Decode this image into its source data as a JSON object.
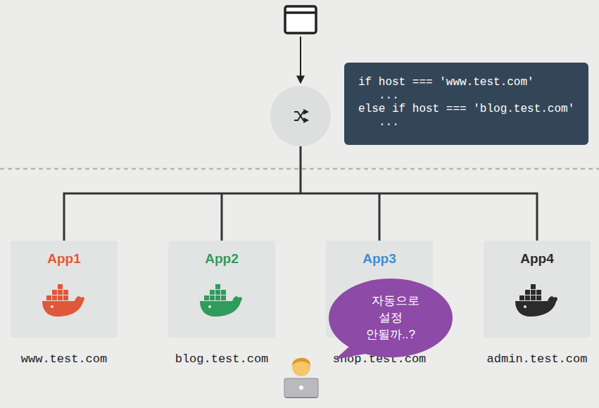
{
  "diagram": {
    "nodes": [
      {
        "text": [
          "if host === 'www.test.com'",
          "...",
          "else if host === 'blog.test.com'",
          "..."
        ]
      },
      {
        "text": [
          "App1",
          "www.test.com"
        ]
      },
      {
        "text": [
          "App2",
          "blog.test.com"
        ]
      },
      {
        "text": [
          "App3",
          "shop.test.com"
        ]
      },
      {
        "text": [
          "App4",
          "admin.test.com"
        ]
      },
      {
        "text": [
          "자동으로 설정 안될까..?"
        ]
      }
    ]
  }
}
